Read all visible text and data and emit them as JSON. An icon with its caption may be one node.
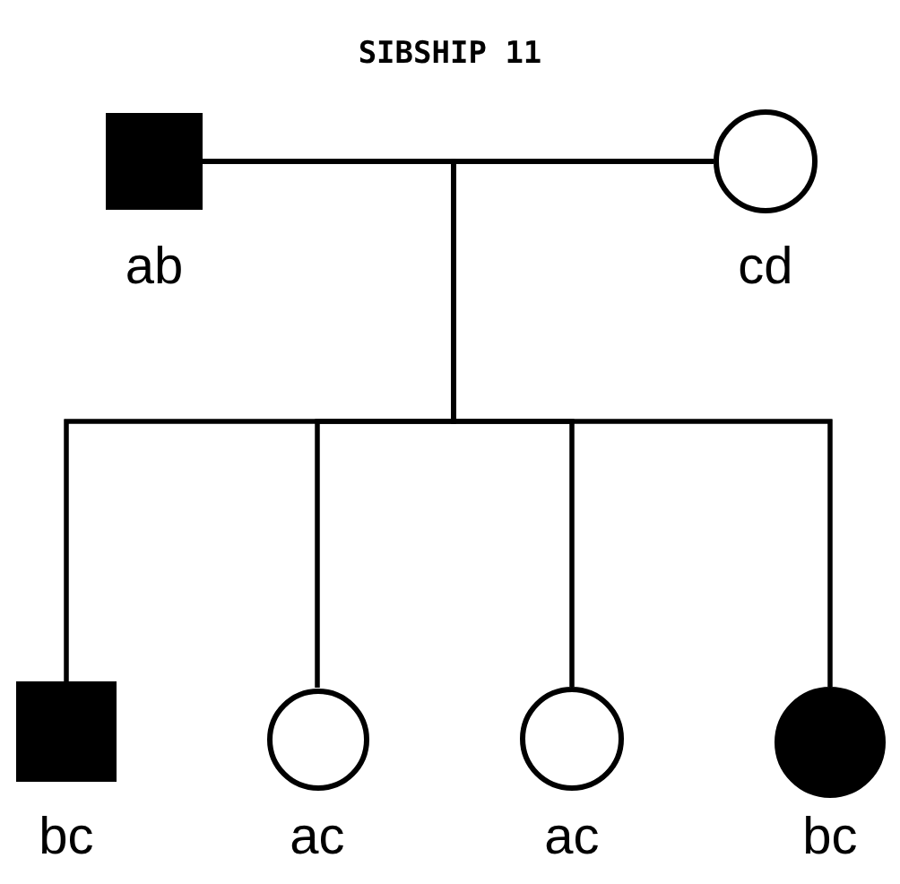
{
  "diagram": {
    "title": "SIBSHIP 11",
    "nodes": [
      {
        "text": [],
        "shape": "box",
        "beside": [
          "ab"
        ]
      },
      {
        "text": [],
        "shape": "circle",
        "beside": [
          "cd"
        ]
      },
      {
        "text": [],
        "shape": "box",
        "beside": [
          "bc"
        ]
      },
      {
        "text": [],
        "shape": "circle",
        "beside": [
          "ac"
        ]
      },
      {
        "text": [],
        "shape": "circle",
        "beside": [
          "ac"
        ]
      },
      {
        "text": [],
        "shape": "circle",
        "beside": [
          "bc"
        ]
      }
    ],
    "edges": [
      {
        "from": 0,
        "to": 1,
        "arrow": "none"
      },
      {
        "from": 0,
        "to": 2,
        "arrow": "none"
      },
      {
        "from": 0,
        "to": 3,
        "arrow": "none"
      },
      {
        "from": 0,
        "to": 4,
        "arrow": "none"
      },
      {
        "from": 0,
        "to": 5,
        "arrow": "none"
      },
      {
        "from": 1,
        "to": 2,
        "arrow": "none"
      },
      {
        "from": 1,
        "to": 3,
        "arrow": "none"
      },
      {
        "from": 1,
        "to": 4,
        "arrow": "none"
      },
      {
        "from": 1,
        "to": 5,
        "arrow": "none"
      }
    ]
  }
}
